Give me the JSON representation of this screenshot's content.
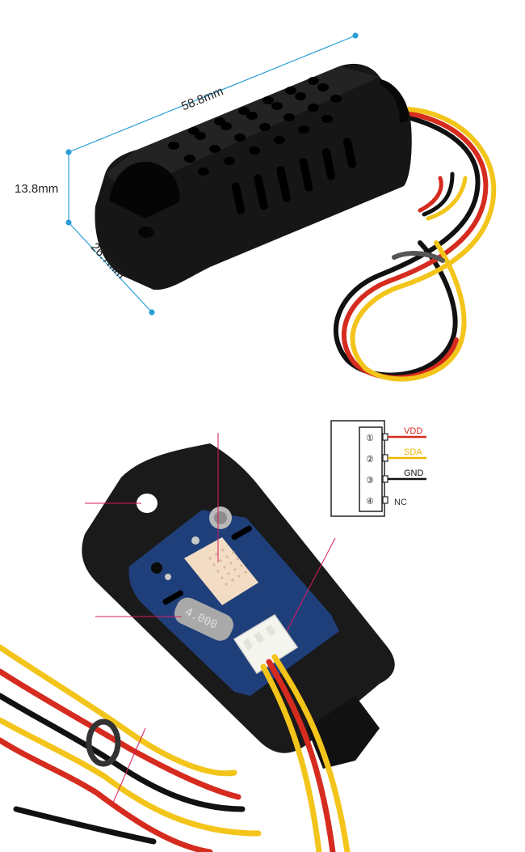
{
  "dimensions": {
    "length": "58.8mm",
    "height": "13.8mm",
    "width": "26.7mm"
  },
  "pinout": {
    "pins": [
      {
        "number": "①",
        "label": "VDD",
        "color": "#d62b1f"
      },
      {
        "number": "②",
        "label": "SDA",
        "color": "#f0b400"
      },
      {
        "number": "③",
        "label": "GND",
        "color": "#111111"
      },
      {
        "number": "④",
        "label": "NC",
        "color": "#333333"
      }
    ]
  },
  "board": {
    "crystal_text": "4.000"
  },
  "colors": {
    "dimension_line": "#2a9fd6",
    "callout_line": "#d81b60",
    "board_blue": "#1f3f7a",
    "housing": "#141414",
    "sensor_beige": "#f2dcc4"
  }
}
